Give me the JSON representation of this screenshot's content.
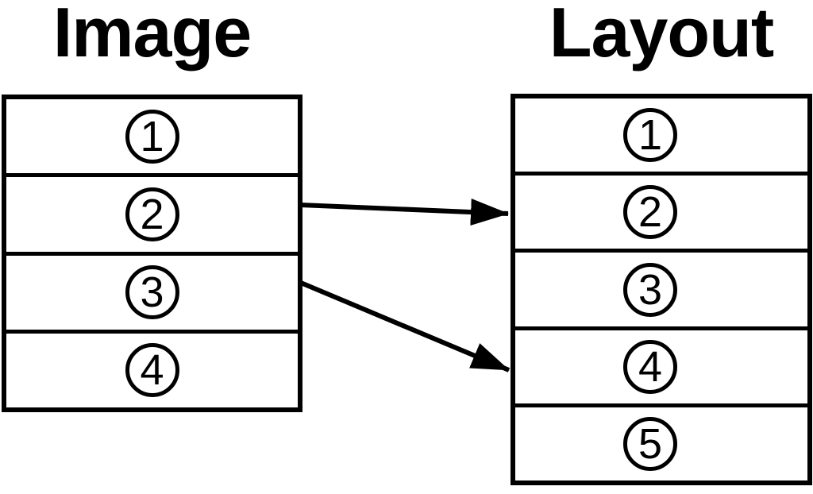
{
  "diagram": {
    "background_color": "#ffffff",
    "stroke_color": "#000000",
    "image_stack": {
      "title": "Image",
      "items": [
        "1",
        "2",
        "3",
        "4"
      ]
    },
    "layout_stack": {
      "title": "Layout",
      "items": [
        "1",
        "2",
        "3",
        "4",
        "5"
      ]
    },
    "arrows": [
      {
        "from": "image-row-2",
        "to": "layout-row-2"
      },
      {
        "from": "image-row-3",
        "to": "layout-row-4"
      }
    ]
  }
}
